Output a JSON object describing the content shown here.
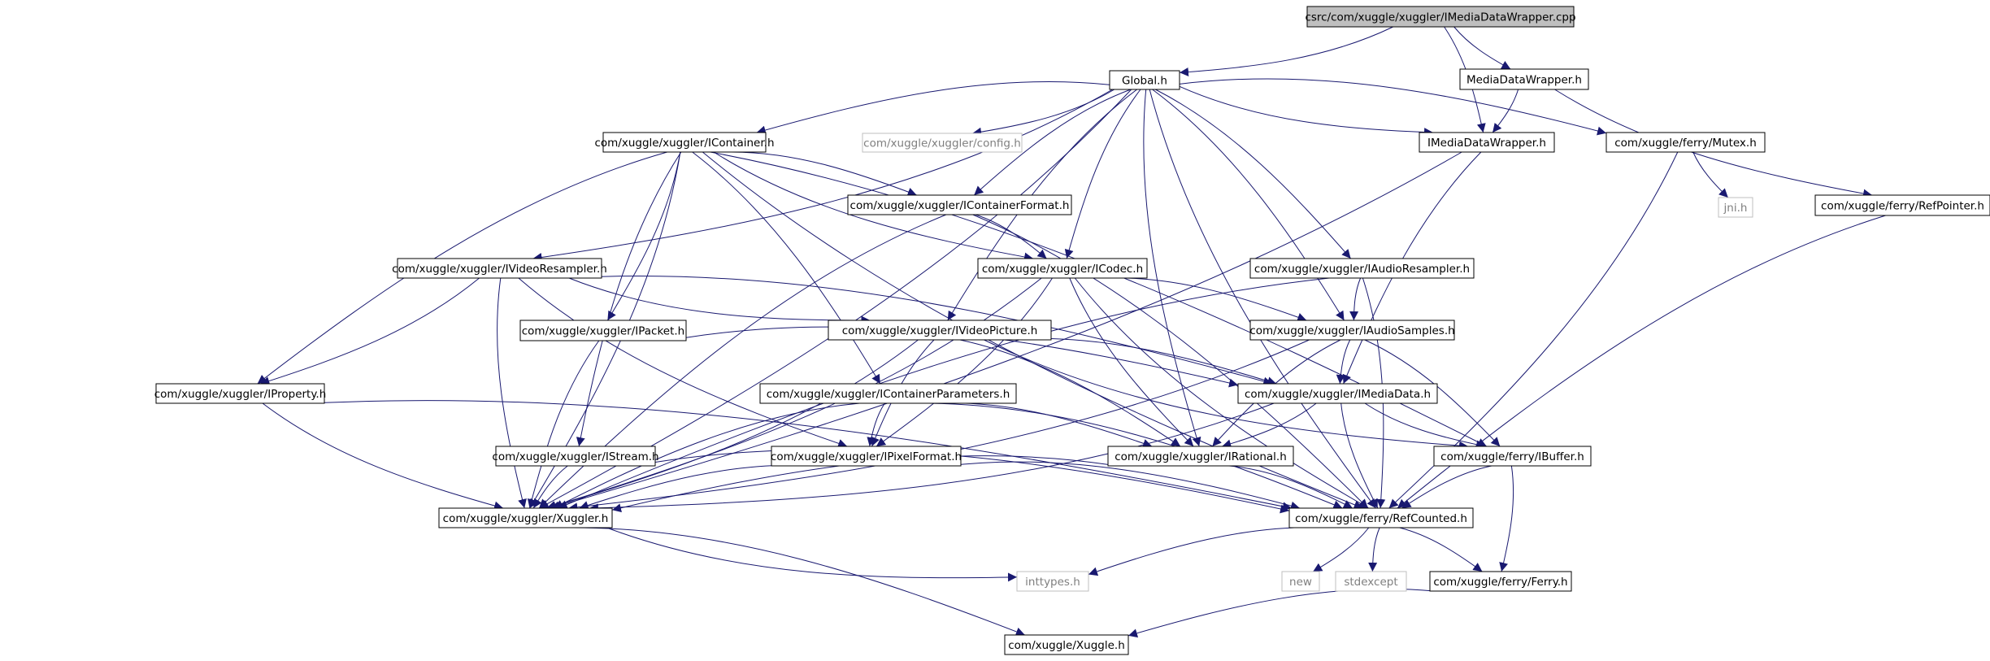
{
  "diagram": {
    "colors": {
      "edge": "#191970",
      "border": "#000000",
      "muted_border": "#bfbfbf",
      "muted_text": "#7f7f7f",
      "root_fill": "#bfbfbf",
      "fill": "#ffffff"
    },
    "nodes": [
      {
        "id": "root",
        "label": "csrc/com/xuggle/xuggler/IMediaDataWrapper.cpp",
        "kind": "root"
      },
      {
        "id": "global",
        "label": "Global.h"
      },
      {
        "id": "mdw",
        "label": "MediaDataWrapper.h"
      },
      {
        "id": "icontainer",
        "label": "com/xuggle/xuggler/IContainer.h"
      },
      {
        "id": "config",
        "label": "com/xuggle/xuggler/config.h",
        "kind": "external"
      },
      {
        "id": "imdw",
        "label": "IMediaDataWrapper.h"
      },
      {
        "id": "mutex",
        "label": "com/xuggle/ferry/Mutex.h"
      },
      {
        "id": "icf",
        "label": "com/xuggle/xuggler/IContainerFormat.h"
      },
      {
        "id": "jni",
        "label": "jni.h",
        "kind": "external"
      },
      {
        "id": "refptr",
        "label": "com/xuggle/ferry/RefPointer.h"
      },
      {
        "id": "ivr",
        "label": "com/xuggle/xuggler/IVideoResampler.h"
      },
      {
        "id": "icodec",
        "label": "com/xuggle/xuggler/ICodec.h"
      },
      {
        "id": "iar",
        "label": "com/xuggle/xuggler/IAudioResampler.h"
      },
      {
        "id": "ipacket",
        "label": "com/xuggle/xuggler/IPacket.h"
      },
      {
        "id": "ivp",
        "label": "com/xuggle/xuggler/IVideoPicture.h"
      },
      {
        "id": "ias",
        "label": "com/xuggle/xuggler/IAudioSamples.h"
      },
      {
        "id": "iprop",
        "label": "com/xuggle/xuggler/IProperty.h"
      },
      {
        "id": "icp",
        "label": "com/xuggle/xuggler/IContainerParameters.h"
      },
      {
        "id": "imd",
        "label": "com/xuggle/xuggler/IMediaData.h"
      },
      {
        "id": "istream",
        "label": "com/xuggle/xuggler/IStream.h"
      },
      {
        "id": "ipf",
        "label": "com/xuggle/xuggler/IPixelFormat.h"
      },
      {
        "id": "irational",
        "label": "com/xuggle/xuggler/IRational.h"
      },
      {
        "id": "ibuffer",
        "label": "com/xuggle/ferry/IBuffer.h"
      },
      {
        "id": "xuggler",
        "label": "com/xuggle/xuggler/Xuggler.h"
      },
      {
        "id": "refcounted",
        "label": "com/xuggle/ferry/RefCounted.h"
      },
      {
        "id": "inttypes",
        "label": "inttypes.h",
        "kind": "external"
      },
      {
        "id": "new",
        "label": "new",
        "kind": "external"
      },
      {
        "id": "stdexcept",
        "label": "stdexcept",
        "kind": "external"
      },
      {
        "id": "ferry",
        "label": "com/xuggle/ferry/Ferry.h"
      },
      {
        "id": "xuggle",
        "label": "com/xuggle/Xuggle.h"
      }
    ],
    "edges": [
      [
        "root",
        "global"
      ],
      [
        "root",
        "mdw"
      ],
      [
        "root",
        "imdw"
      ],
      [
        "global",
        "icontainer"
      ],
      [
        "global",
        "config"
      ],
      [
        "global",
        "imdw"
      ],
      [
        "global",
        "mutex"
      ],
      [
        "global",
        "icf"
      ],
      [
        "global",
        "ivr"
      ],
      [
        "global",
        "icodec"
      ],
      [
        "global",
        "iar"
      ],
      [
        "global",
        "ivp"
      ],
      [
        "global",
        "ias"
      ],
      [
        "global",
        "irational"
      ],
      [
        "global",
        "xuggler"
      ],
      [
        "global",
        "refcounted"
      ],
      [
        "mdw",
        "imdw"
      ],
      [
        "mdw",
        "refptr"
      ],
      [
        "icontainer",
        "icf"
      ],
      [
        "icontainer",
        "icodec"
      ],
      [
        "icontainer",
        "ipacket"
      ],
      [
        "icontainer",
        "iprop"
      ],
      [
        "icontainer",
        "icp"
      ],
      [
        "icontainer",
        "istream"
      ],
      [
        "icontainer",
        "xuggler"
      ],
      [
        "icontainer",
        "refcounted"
      ],
      [
        "icontainer",
        "ibuffer"
      ],
      [
        "imdw",
        "imd"
      ],
      [
        "imdw",
        "xuggler"
      ],
      [
        "mutex",
        "jni"
      ],
      [
        "mutex",
        "refcounted"
      ],
      [
        "refptr",
        "refcounted"
      ],
      [
        "icf",
        "icodec"
      ],
      [
        "icf",
        "xuggler"
      ],
      [
        "icf",
        "refcounted"
      ],
      [
        "ivr",
        "ivp"
      ],
      [
        "ivr",
        "iprop"
      ],
      [
        "ivr",
        "ipf"
      ],
      [
        "ivr",
        "imd"
      ],
      [
        "ivr",
        "xuggler"
      ],
      [
        "icodec",
        "ias"
      ],
      [
        "icodec",
        "irational"
      ],
      [
        "icodec",
        "xuggler"
      ],
      [
        "icodec",
        "refcounted"
      ],
      [
        "icodec",
        "ipf"
      ],
      [
        "iar",
        "ias"
      ],
      [
        "iar",
        "refcounted"
      ],
      [
        "iar",
        "xuggler"
      ],
      [
        "ipacket",
        "imd"
      ],
      [
        "ipacket",
        "xuggler"
      ],
      [
        "ivp",
        "imd"
      ],
      [
        "ivp",
        "ipf"
      ],
      [
        "ivp",
        "irational"
      ],
      [
        "ivp",
        "ibuffer"
      ],
      [
        "ivp",
        "xuggler"
      ],
      [
        "ias",
        "imd"
      ],
      [
        "ias",
        "ibuffer"
      ],
      [
        "ias",
        "irational"
      ],
      [
        "ias",
        "xuggler"
      ],
      [
        "iprop",
        "xuggler"
      ],
      [
        "iprop",
        "refcounted"
      ],
      [
        "icp",
        "ipf"
      ],
      [
        "icp",
        "irational"
      ],
      [
        "icp",
        "xuggler"
      ],
      [
        "icp",
        "refcounted"
      ],
      [
        "imd",
        "ibuffer"
      ],
      [
        "imd",
        "irational"
      ],
      [
        "imd",
        "refcounted"
      ],
      [
        "imd",
        "xuggler"
      ],
      [
        "istream",
        "xuggler"
      ],
      [
        "istream",
        "refcounted"
      ],
      [
        "ipf",
        "xuggler"
      ],
      [
        "ipf",
        "refcounted"
      ],
      [
        "irational",
        "xuggler"
      ],
      [
        "irational",
        "refcounted"
      ],
      [
        "ibuffer",
        "refcounted"
      ],
      [
        "ibuffer",
        "ferry"
      ],
      [
        "xuggler",
        "inttypes"
      ],
      [
        "xuggler",
        "xuggle"
      ],
      [
        "refcounted",
        "inttypes"
      ],
      [
        "refcounted",
        "new"
      ],
      [
        "refcounted",
        "stdexcept"
      ],
      [
        "refcounted",
        "ferry"
      ],
      [
        "ferry",
        "xuggle"
      ]
    ]
  }
}
